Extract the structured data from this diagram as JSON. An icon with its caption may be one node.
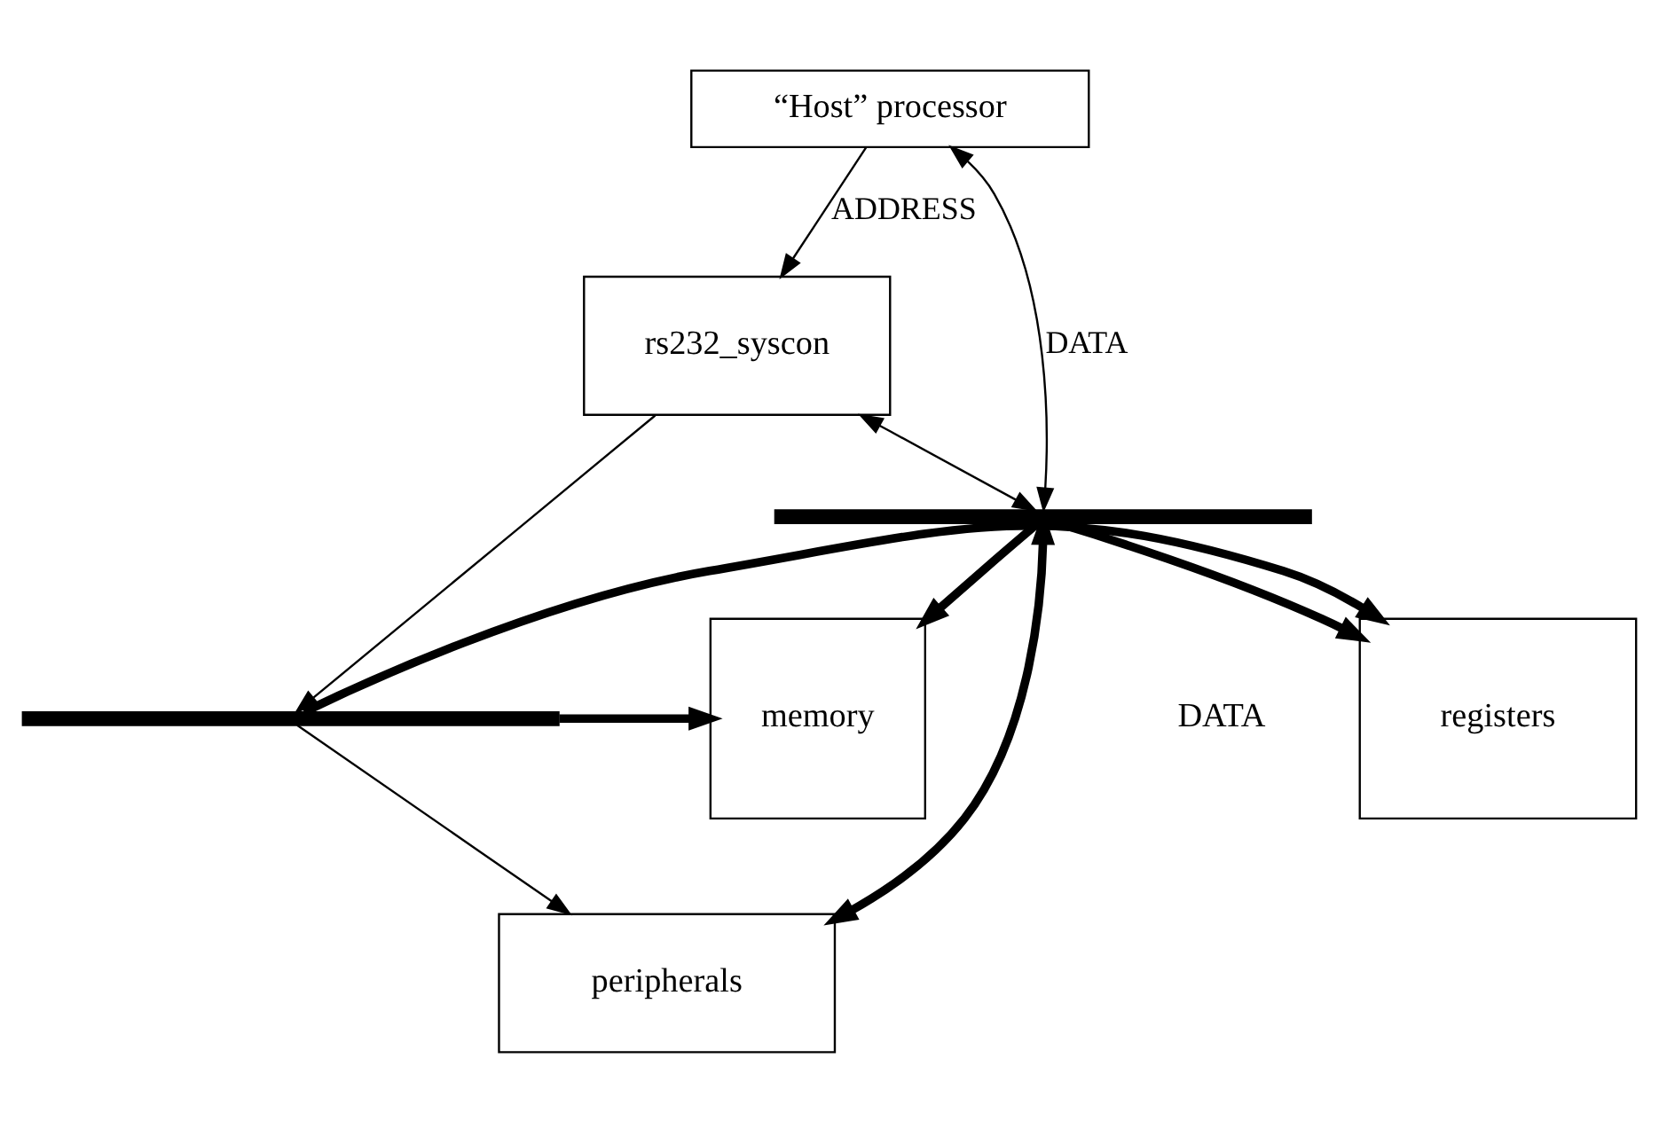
{
  "diagram": {
    "nodes": [
      {
        "text": [
          "“Host” processor"
        ]
      },
      {
        "text": [
          "rs232_syscon"
        ]
      },
      {
        "text": [
          "registers"
        ]
      },
      {
        "text": [
          "memory"
        ]
      },
      {
        "text": [
          "peripherals"
        ]
      },
      {
        "text": [],
        "shape": "bar"
      },
      {
        "text": [],
        "shape": "bar"
      }
    ],
    "edges": [
      {
        "from": 0,
        "to": 1,
        "arrow": "to",
        "label": "ADDRESS"
      },
      {
        "from": 0,
        "to": 6,
        "arrow": "both",
        "label": "DATA"
      },
      {
        "from": 1,
        "to": 6,
        "arrow": "both"
      },
      {
        "from": 1,
        "to": 5,
        "arrow": "to"
      },
      {
        "from": 5,
        "to": 4,
        "arrow": "to"
      },
      {
        "from": 5,
        "to": 2,
        "arrow": "to",
        "style": "thick"
      },
      {
        "from": 5,
        "to": 3,
        "arrow": "to",
        "style": "thick"
      },
      {
        "from": 6,
        "to": 2,
        "arrow": "to",
        "style": "thick"
      },
      {
        "from": 6,
        "to": 3,
        "arrow": "to",
        "style": "thick"
      },
      {
        "from": 6,
        "to": 4,
        "arrow": "both",
        "style": "thick"
      }
    ],
    "labels": [
      "DATA"
    ]
  }
}
